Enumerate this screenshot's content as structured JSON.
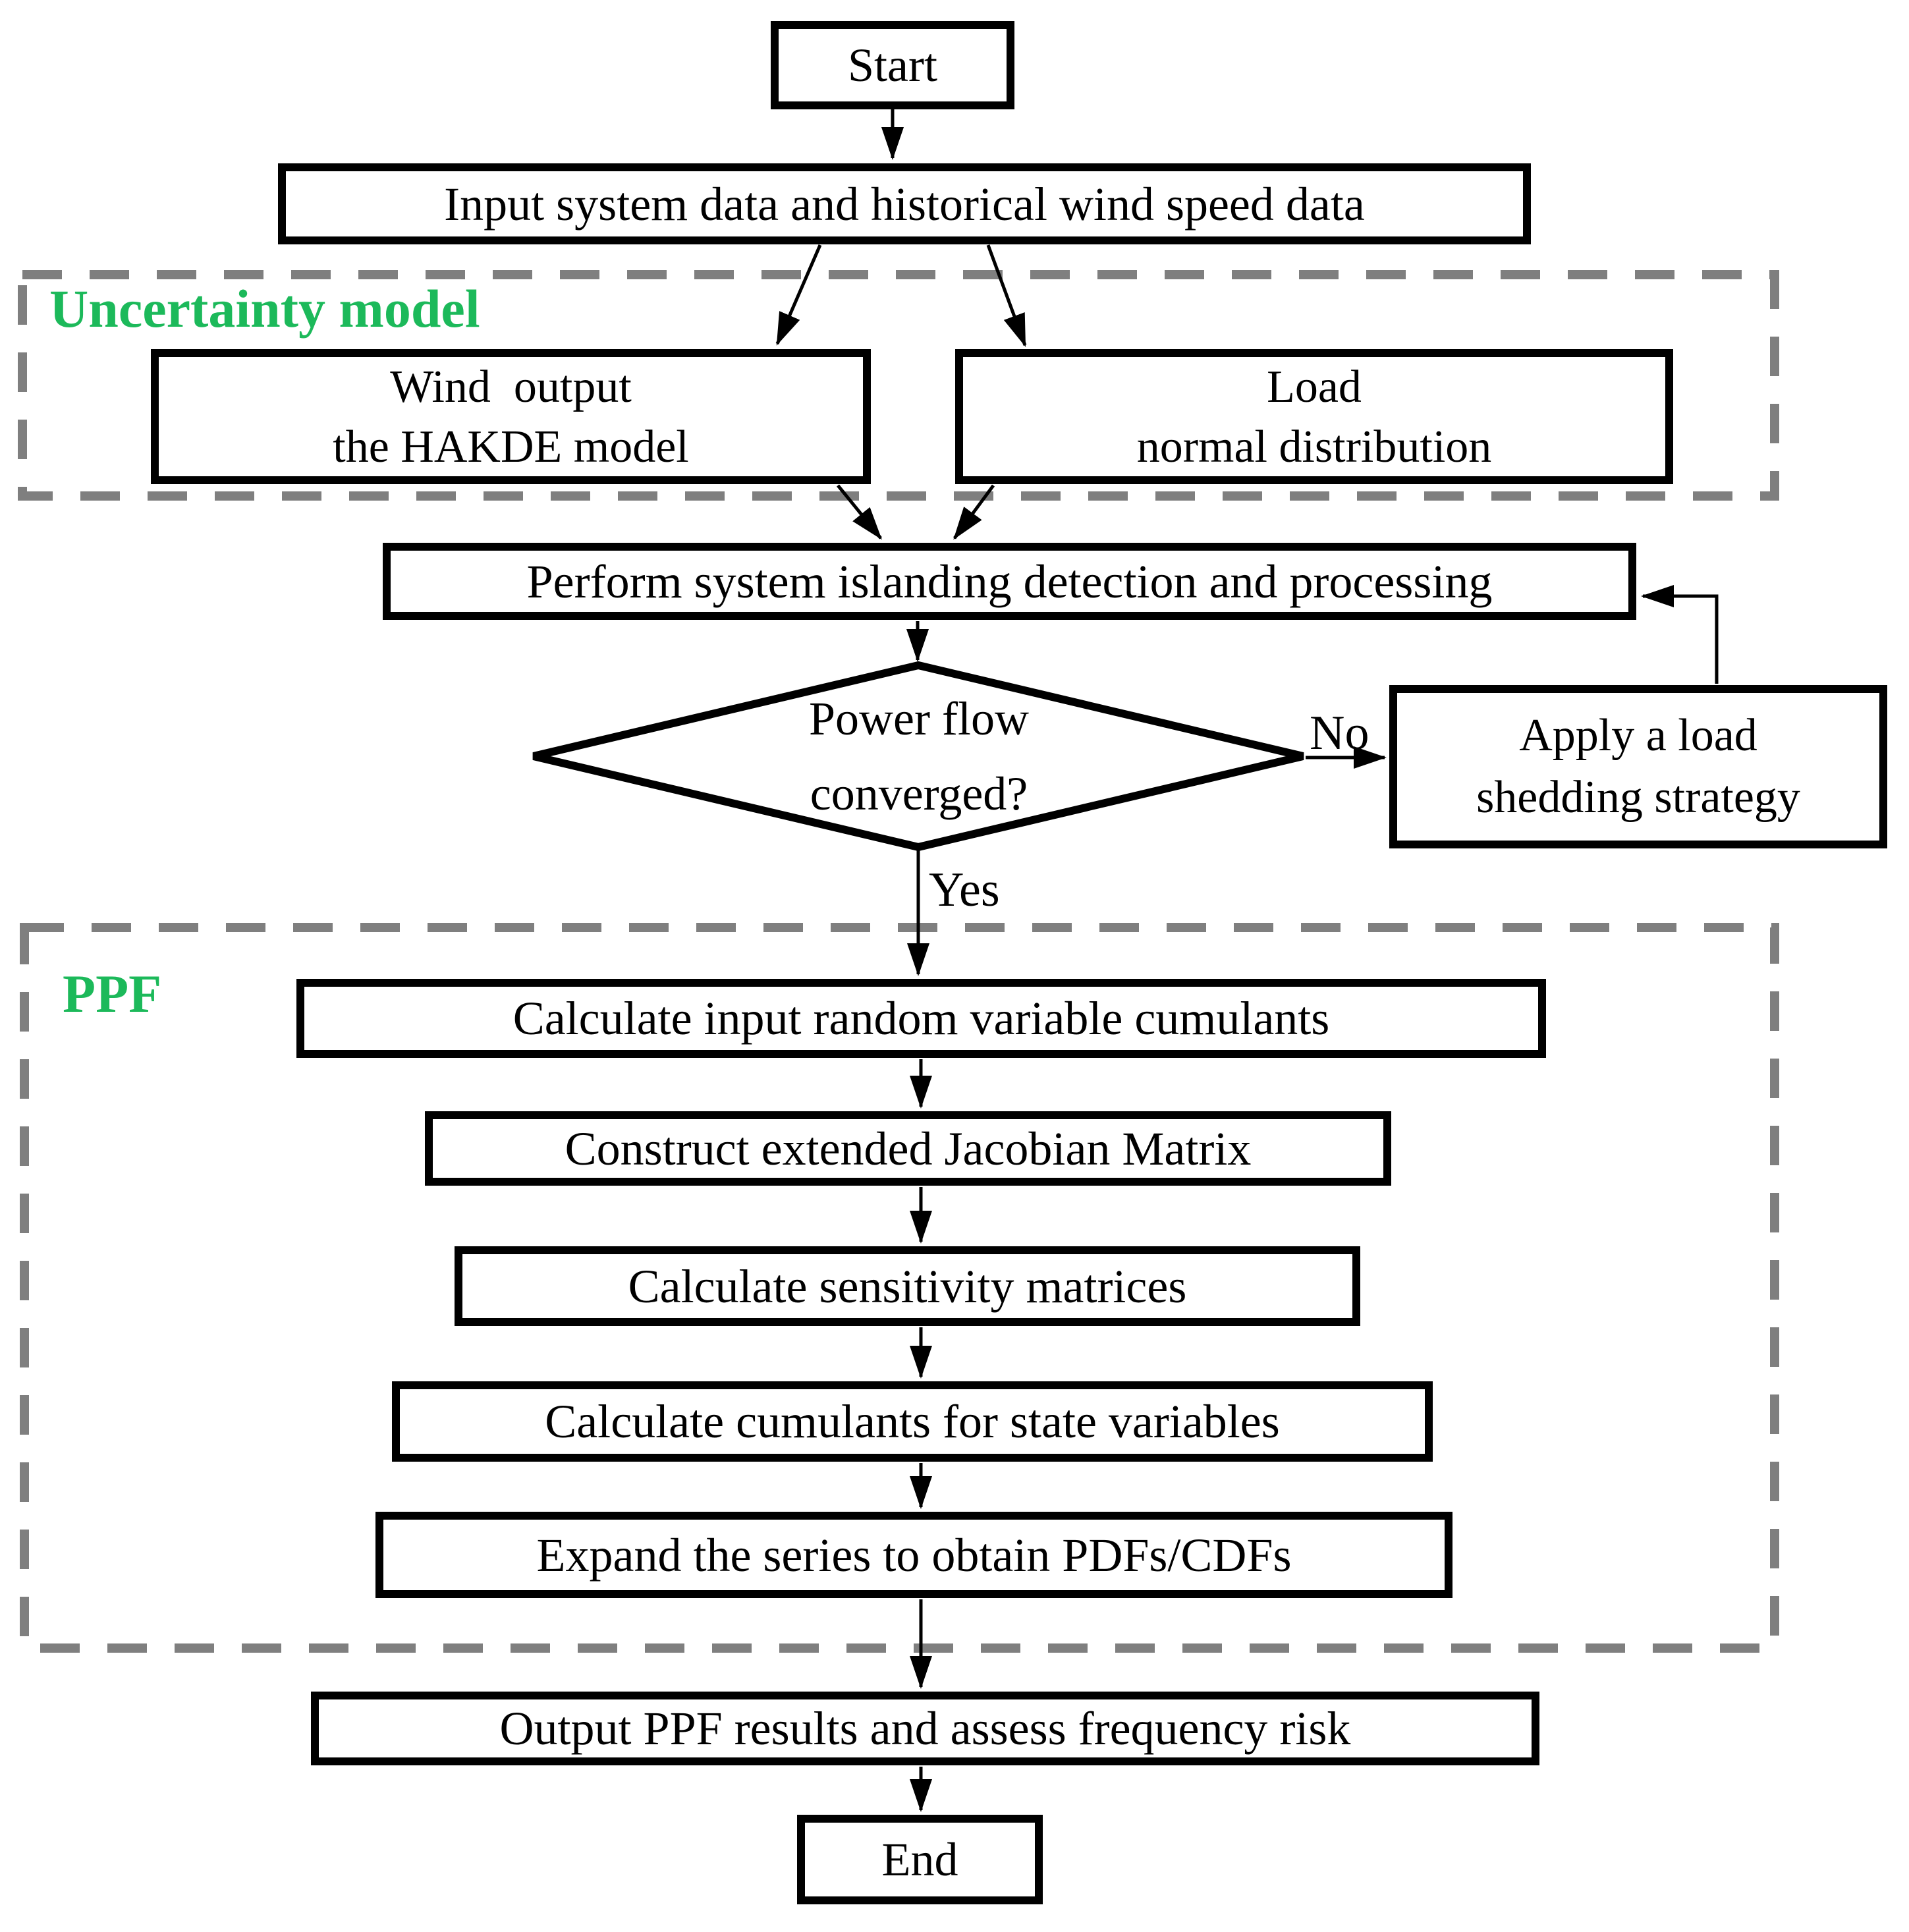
{
  "flowchart": {
    "nodes": {
      "start": {
        "label": "Start"
      },
      "input": {
        "label": "Input system data and historical wind speed data"
      },
      "wind": {
        "line1": "Wind  output",
        "line2": "the HAKDE model"
      },
      "load": {
        "line1": "Load",
        "line2": "normal distribution"
      },
      "perform": {
        "label": "Perform system islanding detection and processing"
      },
      "decision": {
        "line1": "Power flow",
        "line2": "converged?"
      },
      "apply": {
        "line1": "Apply a load",
        "line2": "shedding strategy"
      },
      "calc_input_cumulants": {
        "label": "Calculate input random variable cumulants"
      },
      "jacobian": {
        "label": "Construct extended Jacobian Matrix"
      },
      "sensitivity": {
        "label": "Calculate sensitivity matrices"
      },
      "state_cumulants": {
        "label": "Calculate cumulants for state variables"
      },
      "expand": {
        "label": "Expand the series to obtain PDFs/CDFs"
      },
      "output": {
        "label": "Output PPF results and assess frequency risk"
      },
      "end": {
        "label": "End"
      }
    },
    "groups": {
      "uncertainty": {
        "label": "Uncertainty model"
      },
      "ppf": {
        "label": "PPF"
      }
    },
    "edge_labels": {
      "no": "No",
      "yes": "Yes"
    },
    "colors": {
      "group_label_green": "#1cb95a",
      "dashed_border_gray": "#7f7f7f",
      "box_border": "#000000",
      "background": "#ffffff"
    }
  }
}
